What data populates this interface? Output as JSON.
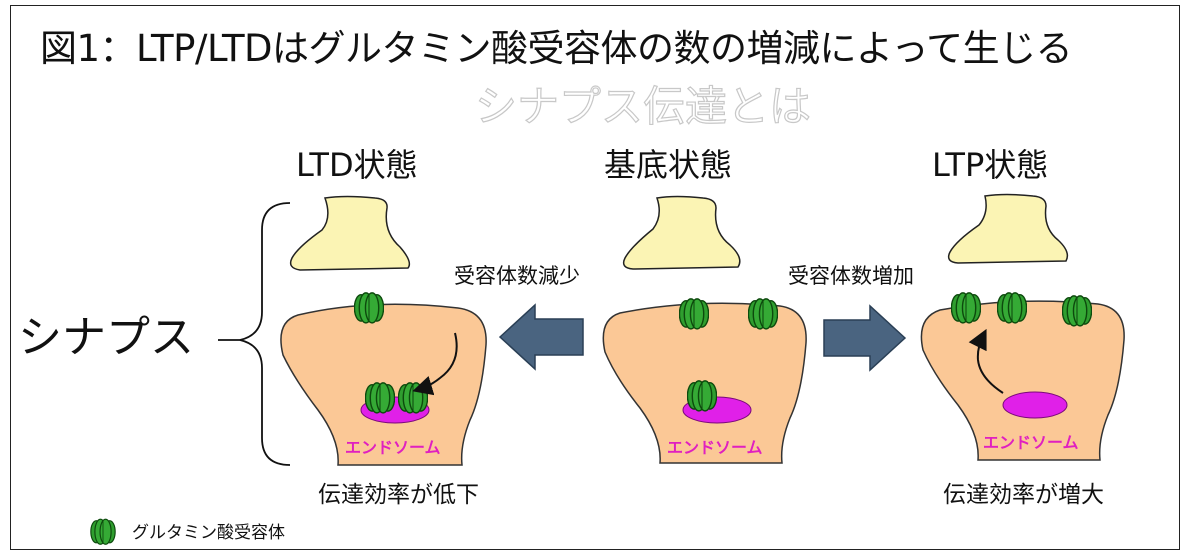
{
  "title": "図1：LTP/LTDはグルタミン酸受容体の数の増減によって生じる",
  "ghost_title": "シナプス伝達とは",
  "states": {
    "ltd": "LTD状態",
    "base": "基底状態",
    "ltp": "LTP状態"
  },
  "arrows": {
    "decrease": "受容体数減少",
    "increase": "受容体数増加"
  },
  "synapse_label": "シナプス",
  "endosome_label": "エンドソーム",
  "effects": {
    "ltd": "伝達効率が低下",
    "ltp": "伝達効率が増大"
  },
  "legend": {
    "receptor": "グルタミン酸受容体"
  },
  "colors": {
    "presynaptic": "#fbf4b4",
    "postsynaptic": "#fbc896",
    "receptor": "#2f9e2f",
    "endosome": "#e020e8",
    "arrow": "#4a6480",
    "endosome_text": "#e020c0"
  }
}
